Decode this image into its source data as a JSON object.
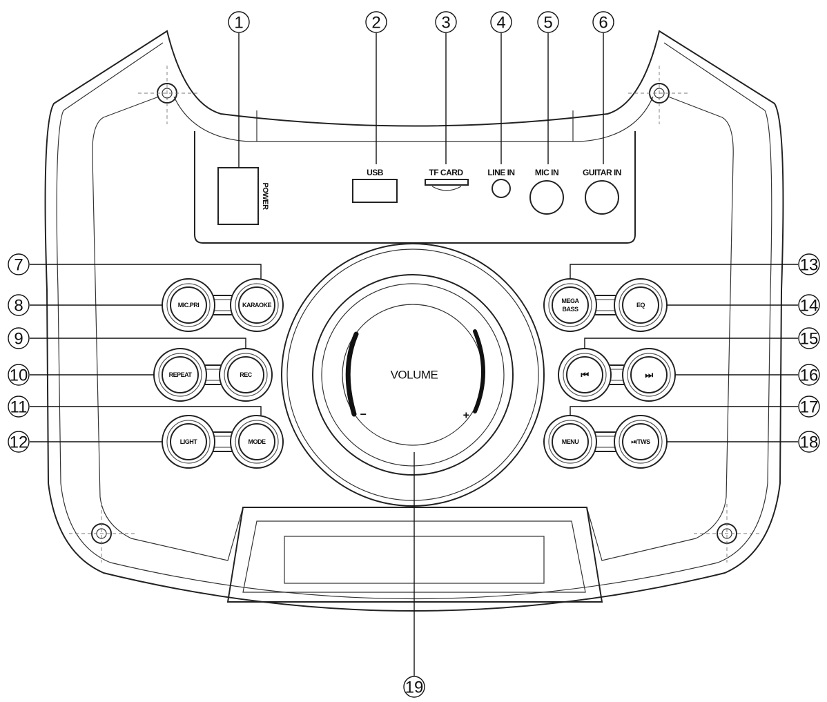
{
  "ports": {
    "power": "POWER",
    "usb": "USB",
    "tf_card": "TF CARD",
    "line_in": "LINE IN",
    "mic_in": "MIC IN",
    "guitar_in": "GUITAR IN"
  },
  "buttons": {
    "mic_pri": "MIC.PRI",
    "karaoke": "KARAOKE",
    "repeat": "REPEAT",
    "rec": "REC",
    "light": "LIGHT",
    "mode": "MODE",
    "mega_bass_1": "MEGA",
    "mega_bass_2": "BASS",
    "eq": "EQ",
    "prev": "⏮",
    "next": "⏭",
    "menu": "MENU",
    "play_tws": "⏯/TWS"
  },
  "volume": {
    "label": "VOLUME",
    "minus": "−",
    "plus": "+"
  },
  "callouts": [
    "1",
    "2",
    "3",
    "4",
    "5",
    "6",
    "7",
    "8",
    "9",
    "10",
    "11",
    "12",
    "13",
    "14",
    "15",
    "16",
    "17",
    "18",
    "19"
  ]
}
